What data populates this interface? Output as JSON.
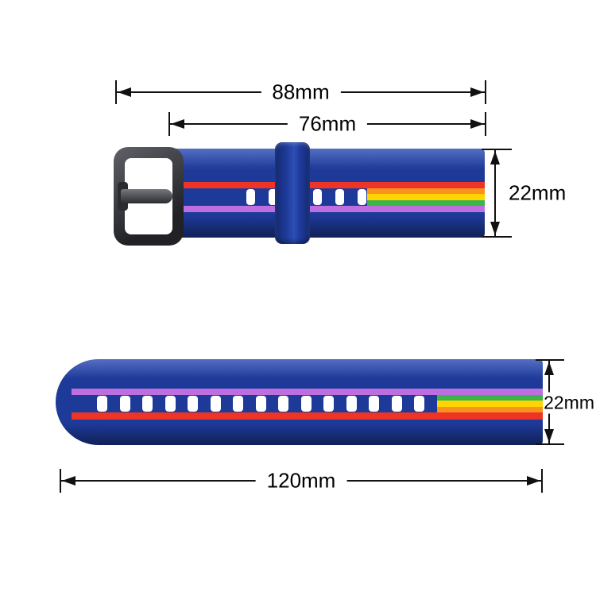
{
  "dimensions": {
    "buckle_strap_total_length": "88mm",
    "buckle_strap_band_length": "76mm",
    "buckle_strap_width": "22mm",
    "long_strap_length": "120mm",
    "long_strap_width": "22mm"
  },
  "colors": {
    "strap_blue": "#1e3a99",
    "strap_blue_light": "#2e4eb5",
    "strap_blue_dark": "#142a70",
    "stripe_red": "#ee3426",
    "stripe_orange": "#f8941d",
    "stripe_yellow": "#ffd400",
    "stripe_green": "#3bb54a",
    "stripe_purple": "#bd6fe0",
    "hole_white": "#ffffff",
    "dim_black": "#111111"
  }
}
